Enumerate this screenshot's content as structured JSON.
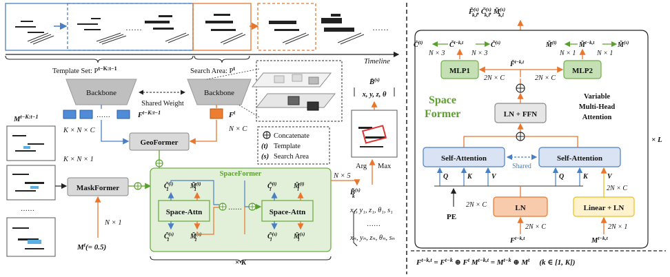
{
  "colors": {
    "blue": "#4a7fc1",
    "orange": "#e8762d",
    "green_fill": "#e2efd9",
    "green_stroke": "#70ad47",
    "gray_box": "#d9d9d9",
    "ln_fill": "#f8cbad",
    "lin_fill": "#fff2cc",
    "sa_fill": "#dae3f3",
    "mlp_fill": "#c5e0b4",
    "title_green": "#5aa02c",
    "cube_blue": "#4f8bd6",
    "cube_orange": "#ed7d31"
  },
  "left": {
    "frames_dots": "……",
    "frames_dots2": "……",
    "timeline": "Timeline",
    "template_set": "Template Set: P",
    "template_set_sup": "t−K:t−1",
    "search_area": "Search Area: P",
    "search_area_sup": "t",
    "backbone_left": "Backbone",
    "backbone_right": "Backbone",
    "shared_weight": "Shared Weight",
    "feat_template": "F",
    "feat_template_sup": "t−K:t−1",
    "feat_search": "F",
    "feat_search_sup": "t",
    "cube_dots": "……",
    "dim_knc": "K × N × C",
    "dim_nc": "N × C",
    "geoformer": "GeoFormer",
    "mask_label": "M",
    "mask_label_sup": "t−K:t−1",
    "dim_kn1": "K × N × 1",
    "maskformer": "MaskFormer",
    "dim_n1": "N × 1",
    "mask_t": "M",
    "mask_t_sup": "t",
    "mask_t_val": "(= 0.5)",
    "thumb_dots": "……",
    "legend_concat": "Concatenate",
    "legend_template": "Template",
    "legend_search": "Search Area",
    "legend_sym_t": "(t)",
    "legend_sym_s": "(s)",
    "spaceformer_title": "SpaceFormer",
    "space_attn_1": "Space-Attn",
    "space_attn_l": "Space-Attn",
    "c1_in": "C̃",
    "c1_in_sup": "(t)",
    "c1_in_sub": "1",
    "m1_in": "M̃",
    "m1_in_sup": "(t)",
    "m1_in_sub": "1",
    "c1_out": "C̃",
    "c1_out_sup": "(s)",
    "c1_out_sub": "1",
    "m1_out": "M̃",
    "m1_out_sup": "(s)",
    "m1_out_sub": "1",
    "cl_in": "C̃",
    "cl_in_sup": "(t)",
    "cl_in_sub": "l",
    "ml_in": "M̃",
    "ml_in_sup": "(t)",
    "ml_in_sub": "l",
    "cl_out": "C̃",
    "cl_out_sup": "(s)",
    "cl_out_sub": "l",
    "ml_out": "M̃",
    "ml_out_sup": "(s)",
    "ml_out_sub": "l",
    "sa_dots": "……",
    "dim_n5": "N × 5",
    "bbox_k": "B̃",
    "bbox_k_sup": "(s)",
    "bbox_k_sub": "k",
    "tuple_1": "x₁, y₁, z₁, θ₁, s₁",
    "tuple_dots": "……",
    "tuple_n": "xₙ, yₙ, zₙ, θₙ, sₙ",
    "arg": "Arg",
    "max": "Max",
    "bbox_bar": "B̄",
    "bbox_bar_sup": "(s)",
    "bbox_vars": "x, y, z, θ",
    "times_k": "× K"
  },
  "right": {
    "top_output": "F̃",
    "top_output_sup": "(s)",
    "top_output_sub": "k,l",
    "top_output_rest": ", C̃",
    "top_output_rest2": ", M̃",
    "c_t_left": "C̃",
    "c_t_left_sup": "(t)",
    "c_mid": "C̃",
    "c_mid_sup": "t−k,t",
    "c_s_right": "C̃",
    "c_s_right_sup": "(s)",
    "m_t_left": "M̃",
    "m_t_left_sup": "(t)",
    "m_mid": "M̃",
    "m_mid_sup": "t−k,t",
    "m_s_right": "M̃",
    "m_s_right_sup": "(s)",
    "dim_n3_a": "N × 3",
    "dim_n3_b": "N × 3",
    "dim_n1_a": "N × 1",
    "dim_n1_b": "N × 1",
    "mlp1": "MLP1",
    "mlp2": "MLP2",
    "f_tilde": "F̃",
    "f_tilde_sup": "t−k,t",
    "dim_2nc_a": "2N × C",
    "dim_2nc_b": "2N × C",
    "space_former_1": "Space",
    "space_former_2": "Former",
    "ln_ffn": "LN + FFN",
    "vmha_1": "Variable",
    "vmha_2": "Multi-Head",
    "vmha_3": "Attention",
    "self_attn_left": "Self-Attention",
    "self_attn_right": "Self-Attention",
    "shared": "Shared",
    "q": "Q",
    "k": "K",
    "v": "V",
    "q2": "Q",
    "k2": "K",
    "v2": "V",
    "dim_2nc_c": "2N × C",
    "dim_2nc_d": "2N × C",
    "dim_2nc_e": "2N × C",
    "ln": "LN",
    "linear_ln": "Linear + LN",
    "pe": "PE",
    "f_in": "F",
    "f_in_sup": "t−k,t",
    "dim_2n1": "2N × 1",
    "m_in": "M",
    "m_in_sup": "t−k,t",
    "times_l": "× L",
    "eq_f": "F",
    "eq_f_sup": "t−k,t",
    "eq_mid": " = F",
    "eq_mid_sup": "t−k",
    "eq_ft": " F",
    "eq_ft_sup": "t",
    "eq_m": "  M",
    "eq_m_sup": "t−k,t",
    "eq_m2": " = M",
    "eq_m2_sup": "t−k",
    "eq_mt": " M",
    "eq_mt_sup": "t",
    "eq_range": "(k ∈ [1, K])"
  }
}
